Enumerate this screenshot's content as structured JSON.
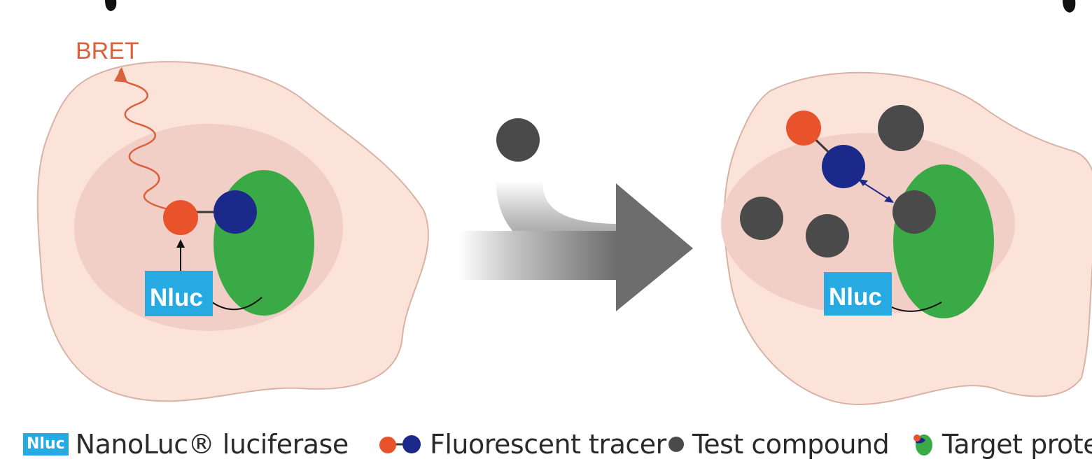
{
  "diagram": {
    "left_cell": {
      "signal_label": "BRET",
      "enzyme_label": "Nluc"
    },
    "right_cell": {
      "enzyme_label": "Nluc"
    }
  },
  "legend": {
    "nluc_swatch": "Nluc",
    "nluc_label": "NanoLuc® luciferase",
    "tracer_label": "Fluorescent tracer",
    "compound_label": "Test compound",
    "target_label": "Target prote"
  },
  "colors": {
    "cell_fill": "#fbe3da",
    "nucleus_fill": "#f1cfc6",
    "cell_outline": "#d8b2a6",
    "tracer_orange": "#e8532b",
    "tracer_navy": "#1b2a8a",
    "target_green": "#3aaa47",
    "compound_gray": "#4a4a4a",
    "nluc_blue": "#27a9e1",
    "bret_text": "#d9613b",
    "arrow_gray": "#6d6d6d"
  }
}
